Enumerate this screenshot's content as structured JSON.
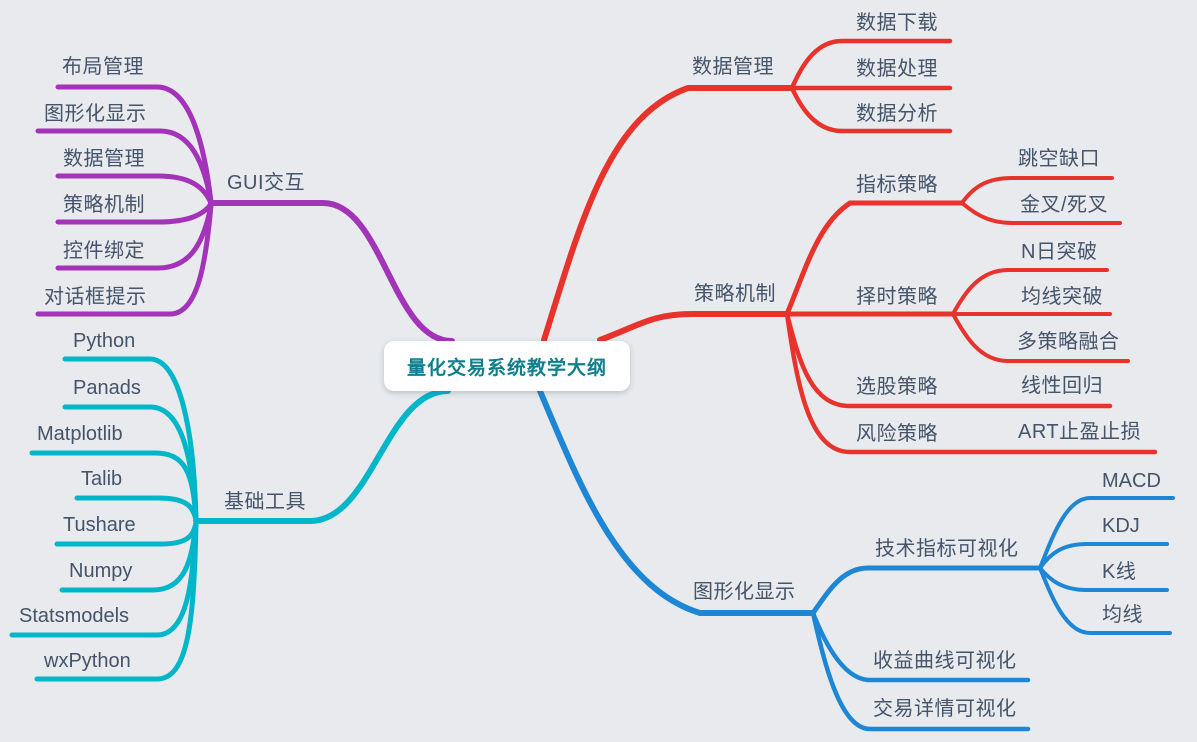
{
  "background_color": "#e8eaed",
  "root": {
    "label": "量化交易系统教学大纲",
    "text_color": "#0e7f8b",
    "box_color": "#ffffff"
  },
  "text_color": "#44546a",
  "branches": [
    {
      "label": "GUI交互",
      "color": "#a333b8",
      "children": [
        {
          "label": "布局管理"
        },
        {
          "label": "图形化显示"
        },
        {
          "label": "数据管理"
        },
        {
          "label": "策略机制"
        },
        {
          "label": "控件绑定"
        },
        {
          "label": "对话框提示"
        }
      ]
    },
    {
      "label": "基础工具",
      "color": "#00b6c9",
      "children": [
        {
          "label": "Python"
        },
        {
          "label": "Panads"
        },
        {
          "label": "Matplotlib"
        },
        {
          "label": "Talib"
        },
        {
          "label": "Tushare"
        },
        {
          "label": "Numpy"
        },
        {
          "label": "Statsmodels"
        },
        {
          "label": "wxPython"
        }
      ]
    },
    {
      "label": "数据管理",
      "color": "#e8322c",
      "children": [
        {
          "label": "数据下载"
        },
        {
          "label": "数据处理"
        },
        {
          "label": "数据分析"
        }
      ]
    },
    {
      "label": "策略机制",
      "color": "#e8322c",
      "children": [
        {
          "label": "指标策略",
          "children": [
            {
              "label": "跳空缺口"
            },
            {
              "label": "金叉/死叉"
            }
          ]
        },
        {
          "label": "择时策略",
          "children": [
            {
              "label": "N日突破"
            },
            {
              "label": "均线突破"
            },
            {
              "label": "多策略融合"
            }
          ]
        },
        {
          "label": "选股策略",
          "children": [
            {
              "label": "线性回归"
            }
          ]
        },
        {
          "label": "风险策略",
          "children": [
            {
              "label": "ART止盈止损"
            }
          ]
        }
      ]
    },
    {
      "label": "图形化显示",
      "color": "#1d87d6",
      "children": [
        {
          "label": "技术指标可视化",
          "children": [
            {
              "label": "MACD"
            },
            {
              "label": "KDJ"
            },
            {
              "label": "K线"
            },
            {
              "label": "均线"
            }
          ]
        },
        {
          "label": "收益曲线可视化"
        },
        {
          "label": "交易详情可视化"
        }
      ]
    }
  ]
}
